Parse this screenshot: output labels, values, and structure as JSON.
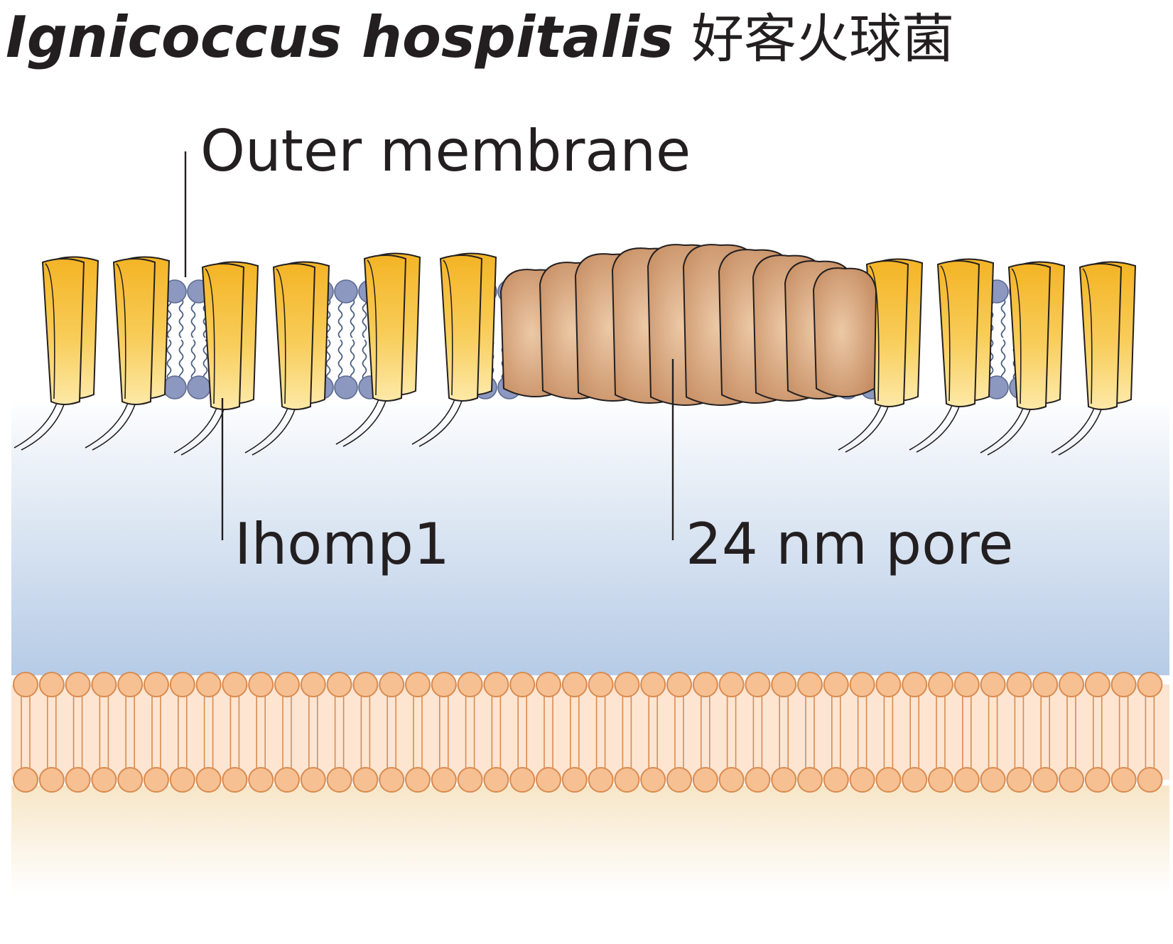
{
  "title": {
    "species": "Ignicoccus hospitalis",
    "chinese": "好客火球菌"
  },
  "labels": {
    "outer_membrane": "Outer membrane",
    "ihomp1": "Ihomp1",
    "pore": "24 nm pore"
  },
  "colors": {
    "text": "#231f20",
    "protein_yellow": "#f3b52b",
    "protein_yellow_light": "#fde39a",
    "pore_brown": "#c99168",
    "pore_brown_light": "#e6c19f",
    "lipid_head_blue": "#8c98bf",
    "lipid_tail_blue": "#4a5f82",
    "periplasm_top": "#ffffff",
    "periplasm_bottom": "#b6cbe6",
    "inner_membrane_head": "#f6c092",
    "inner_membrane_head_stroke": "#d88b50",
    "inner_membrane_fill": "#fde5d1",
    "cytoplasm_top": "#f8e8cc",
    "cytoplasm_bottom": "#ffffff"
  },
  "icons": [
    "ihomp1-protein-icon",
    "pore-complex-icon",
    "lipid-bilayer-icon",
    "inner-membrane-icon"
  ]
}
